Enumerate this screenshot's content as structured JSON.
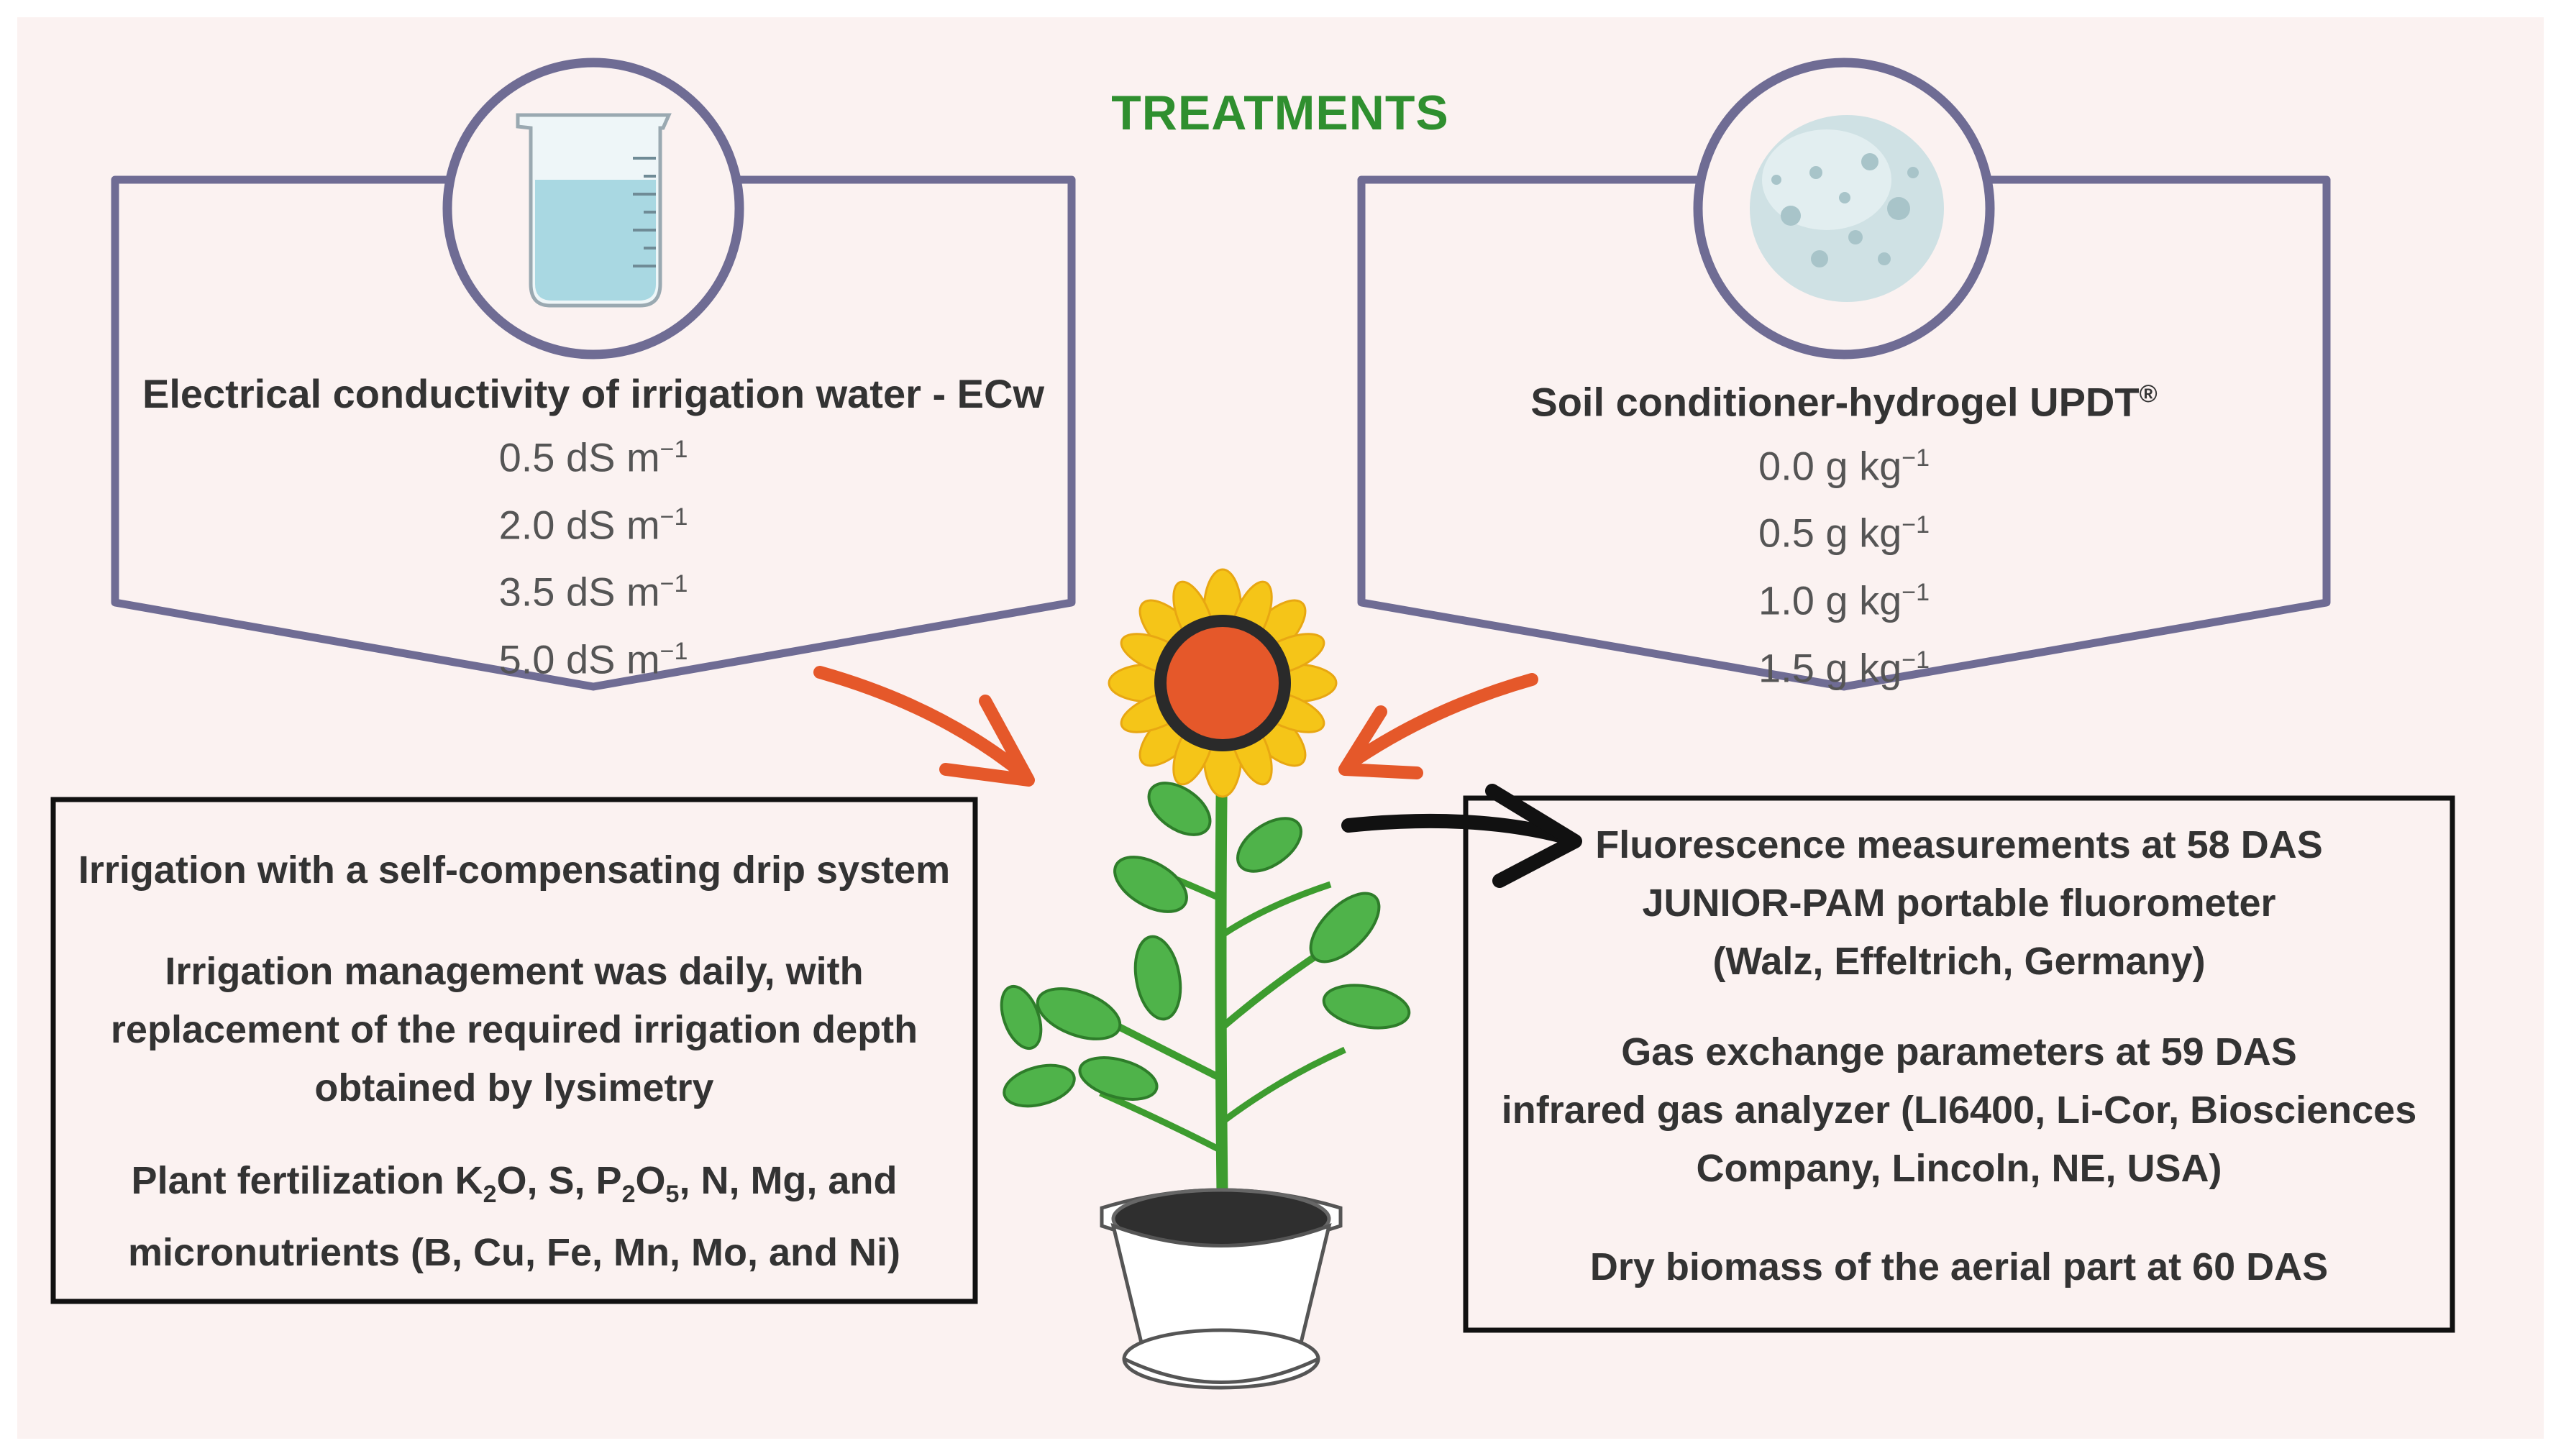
{
  "title": "TREATMENTS",
  "left_panel": {
    "heading": "Electrical conductivity of irrigation water - ECw",
    "values": [
      {
        "num": "0.5 dS m",
        "exp": "−1"
      },
      {
        "num": "2.0 dS m",
        "exp": "−1"
      },
      {
        "num": "3.5 dS m",
        "exp": "−1"
      },
      {
        "num": "5.0 dS m",
        "exp": "−1"
      }
    ],
    "icon": "beaker-icon"
  },
  "right_panel": {
    "heading": "Soil conditioner-hydrogel  UPDT",
    "heading_mark": "®",
    "values": [
      {
        "num": "0.0 g kg",
        "exp": "−1"
      },
      {
        "num": "0.5 g kg",
        "exp": "−1"
      },
      {
        "num": "1.0 g kg",
        "exp": "−1"
      },
      {
        "num": "1.5 g kg",
        "exp": "−1"
      }
    ],
    "icon": "hydrogel-droplet-icon"
  },
  "management_box": {
    "line1": "Irrigation with a self-compensating drip system",
    "para2": [
      "Irrigation management was daily, with",
      "replacement of the required irrigation depth",
      "obtained by lysimetry"
    ],
    "fert_a": "Plant fertilization K",
    "fert_k_sub": "2",
    "fert_b": "O, S, P",
    "fert_p_sub": "2",
    "fert_c": "O",
    "fert_o_sub": "5",
    "fert_d": ", N, Mg, and",
    "fert_line2": "micronutrients (B, Cu, Fe, Mn, Mo, and Ni)"
  },
  "measurements_box": {
    "para1": [
      "Fluorescence measurements at 58 DAS",
      "JUNIOR-PAM portable fluorometer",
      "(Walz, Effeltrich, Germany)"
    ],
    "para2": [
      "Gas exchange parameters at 59 DAS",
      "infrared gas analyzer (LI6400, Li-Cor, Biosciences",
      "Company, Lincoln, NE, USA)"
    ],
    "para3": "Dry biomass of the aerial part at 60 DAS"
  },
  "center_icon": "sunflower-in-pot-icon",
  "colors": {
    "title_green": "#2f8f2f",
    "panel_outline": "#6f6c94",
    "arrow_orange": "#e5582a",
    "arrow_black": "#111111",
    "background": "#fbf2f1"
  }
}
